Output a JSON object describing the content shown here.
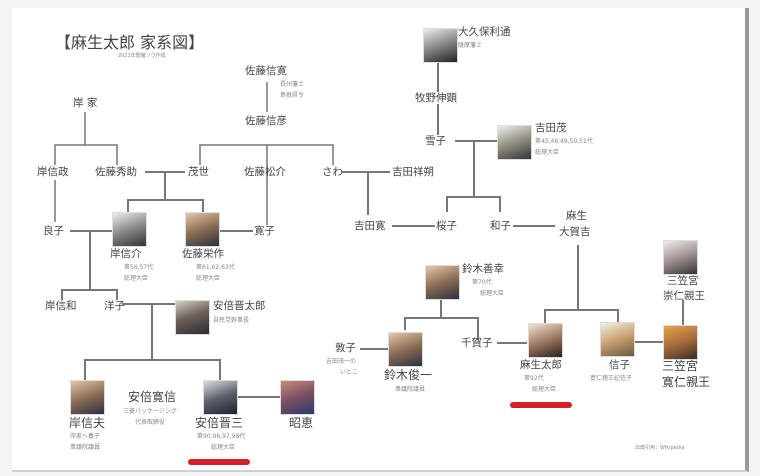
{
  "title": "【麻生太郎 家系図】",
  "subtitle": "2021年闇魔ソウ作成",
  "source": "出典引用：Wikipedia",
  "people": {
    "sato_nobuhiro": {
      "name": "佐藤信寛",
      "note1": "長州藩士",
      "note2": "島根県令"
    },
    "sato_nobuhiko": {
      "name": "佐藤信彦"
    },
    "kishi_ke": {
      "name": "岸 家"
    },
    "kishi_nobumasa": {
      "name": "岸信政"
    },
    "sato_hidesuke": {
      "name": "佐藤秀助"
    },
    "moyo": {
      "name": "茂世"
    },
    "sato_matsusuke": {
      "name": "佐藤松介"
    },
    "sawa": {
      "name": "さわ"
    },
    "yoshida_shosaku": {
      "name": "吉田祥朔"
    },
    "yoshiko": {
      "name": "良子"
    },
    "kishi_nobusuke": {
      "name": "岸信介",
      "note1": "第56,57代",
      "note2": "総理大臣"
    },
    "sato_eisaku": {
      "name": "佐藤栄作",
      "note1": "第61,62,63代",
      "note2": "総理大臣"
    },
    "hiroko": {
      "name": "寛子"
    },
    "yoshida_hiroshi": {
      "name": "吉田寛"
    },
    "kishi_nobukazu": {
      "name": "岸信和"
    },
    "yoko": {
      "name": "洋子"
    },
    "abe_shintaro": {
      "name": "安倍晋太郎",
      "note1": "自民党幹事長"
    },
    "kishi_nobuo": {
      "name": "岸信夫",
      "note1": "岸家へ養子",
      "note2": "衆議院議員"
    },
    "abe_hironobu": {
      "name": "安倍寛信",
      "note1": "三菱パッケージング",
      "note2": "代表取締役"
    },
    "abe_shinzo": {
      "name": "安倍晋三",
      "note1": "第90,96,97,98代",
      "note2": "総理大臣"
    },
    "akie": {
      "name": "昭恵"
    },
    "okubo": {
      "name": "大久保利通",
      "note1": "薩摩藩士"
    },
    "makino": {
      "name": "牧野伸顕"
    },
    "yukiko": {
      "name": "雪子"
    },
    "yoshida_shigeru": {
      "name": "吉田茂",
      "note1": "第45,48,49,50,51代",
      "note2": "総理大臣"
    },
    "sakurako": {
      "name": "桜子"
    },
    "kazuko": {
      "name": "和子"
    },
    "aso_takakichi": {
      "name1": "麻生",
      "name2": "大賀吉"
    },
    "suzuki_zenko": {
      "name": "鈴木善幸",
      "note1": "第70代",
      "note2": "総理大臣"
    },
    "chikako": {
      "name": "千賀子"
    },
    "atsuko": {
      "name": "敦子",
      "note1": "吉田茂一の",
      "note2": "いとこ"
    },
    "suzuki_shunichi": {
      "name": "鈴木俊一",
      "note1": "衆議院議員"
    },
    "aso_taro": {
      "name": "麻生太郎",
      "note1": "第92代",
      "note2": "総理大臣"
    },
    "nobuko": {
      "name": "信子",
      "note1": "寛仁親王妃信子"
    },
    "mikasa_tomohito": {
      "name1": "三笠宮",
      "name2": "寛仁親王"
    },
    "mikasa_takahito": {
      "name1": "三笠宮",
      "name2": "崇仁親王"
    }
  }
}
